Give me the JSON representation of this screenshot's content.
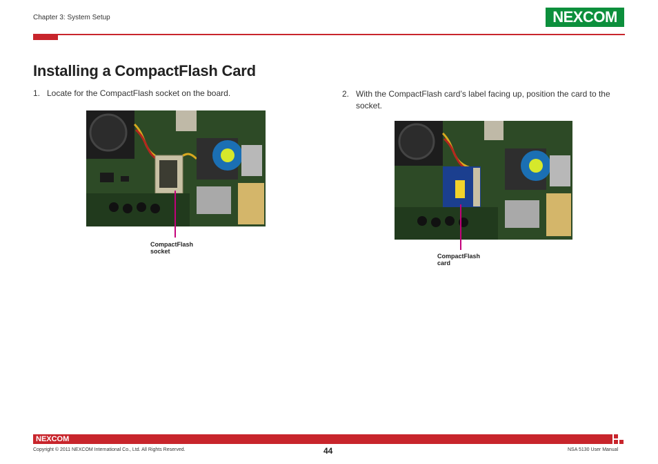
{
  "header": {
    "chapter": "Chapter 3: System Setup",
    "logo_text": "NEXCOM"
  },
  "title": "Installing a CompactFlash Card",
  "steps": [
    {
      "number": "1.",
      "text": "Locate for the CompactFlash socket on the board."
    },
    {
      "number": "2.",
      "text": "With the CompactFlash card’s label facing up, position the card to the socket."
    }
  ],
  "figures": [
    {
      "label_line1": "CompactFlash",
      "label_line2": "socket"
    },
    {
      "label_line1": "CompactFlash",
      "label_line2": "card"
    }
  ],
  "footer": {
    "logo_text": "NEXCOM",
    "copyright": "Copyright © 2011 NEXCOM International Co., Ltd. All Rights Reserved.",
    "page_number": "44",
    "manual": "NSA 5130 User Manual"
  },
  "colors": {
    "brand_red": "#c8252c",
    "brand_green": "#0c8f3c",
    "callout": "#c4007a"
  }
}
